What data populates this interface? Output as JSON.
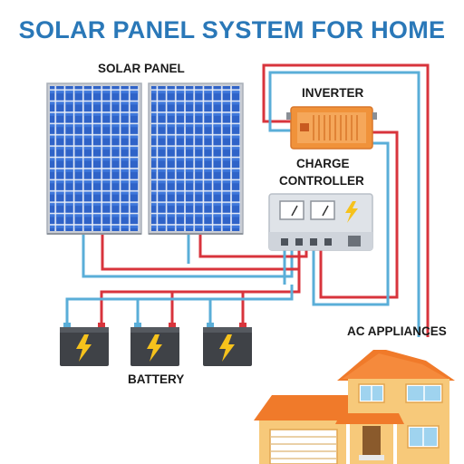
{
  "title": "SOLAR PANEL SYSTEM FOR HOME",
  "labels": {
    "solar_panel": "SOLAR PANEL",
    "inverter": "INVERTER",
    "charge_controller_line1": "CHARGE",
    "charge_controller_line2": "CONTROLLER",
    "battery": "BATTERY",
    "ac_appliances": "AC APPLIANCES"
  },
  "icons": [
    "solar-panel-icon",
    "inverter-icon",
    "charge-controller-icon",
    "battery-icon",
    "lightning-bolt-icon",
    "house-icon"
  ],
  "colors": {
    "title": "#2a78b8",
    "wire_positive": "#d8343c",
    "wire_negative": "#5aaed8",
    "panel_cell": "#2f63c8",
    "inverter": "#f0923a",
    "controller": "#dfe3e8",
    "battery": "#3f4247",
    "bolt": "#f6c21c",
    "house_wall": "#f7c97a",
    "house_roof": "#f07a2a"
  }
}
